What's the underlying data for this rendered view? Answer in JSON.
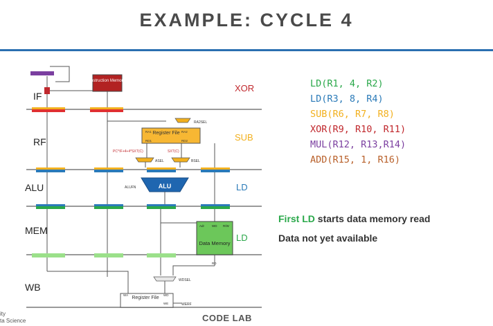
{
  "title": "EXAMPLE: CYCLE 4",
  "stages": [
    {
      "label": "IF",
      "instr": "XOR",
      "color": "#c0282d"
    },
    {
      "label": "RF",
      "instr": "SUB",
      "color": "#f2b01e"
    },
    {
      "label": "ALU",
      "instr": "LD",
      "color": "#2a7ab8"
    },
    {
      "label": "MEM",
      "instr": "LD",
      "color": "#2aa84a"
    },
    {
      "label": "WB",
      "instr": "",
      "color": ""
    }
  ],
  "diagram": {
    "imem_label": "Instruction Memory",
    "regfile_label": "Register File",
    "ra1": "RA1",
    "ra2": "RA2",
    "rd1": "RD1",
    "rd2": "RD2",
    "ra2sel": "RA2SEL",
    "pc_expr": "PC^IF+4+4*SXT(C)",
    "sxt": "SXT(C)",
    "asel": "ASEL",
    "bsel": "BSEL",
    "alufn": "ALUFN",
    "alu": "ALU",
    "adr": "Adr",
    "wd": "WD",
    "rw": "R/W",
    "dmem_label": "Data Memory",
    "rd": "RD",
    "wdsel": "WDSEL",
    "wb_regfile_label": "Register File",
    "wa": "WA",
    "wd2": "WD",
    "we": "WE",
    "werf": "WERF"
  },
  "instructions": [
    {
      "text": "LD(R1, 4, R2)",
      "color": "#2aa84a"
    },
    {
      "text": "LD(R3, 8, R4)",
      "color": "#2a7ab8"
    },
    {
      "text": "SUB(R6, R7, R8)",
      "color": "#f2b01e"
    },
    {
      "text": "XOR(R9, R10, R11)",
      "color": "#c0282d"
    },
    {
      "text": "MUL(R12, R13,R14)",
      "color": "#7b3fa0"
    },
    {
      "text": "ADD(R15, 1, R16)",
      "color": "#b8602a"
    }
  ],
  "notes": {
    "line1_highlight": "First LD",
    "line1_rest": " starts data memory read",
    "line2": "Data not yet available"
  },
  "footer": {
    "line1": "ity",
    "line2": "ta Science",
    "codelab": "CODE LAB"
  }
}
